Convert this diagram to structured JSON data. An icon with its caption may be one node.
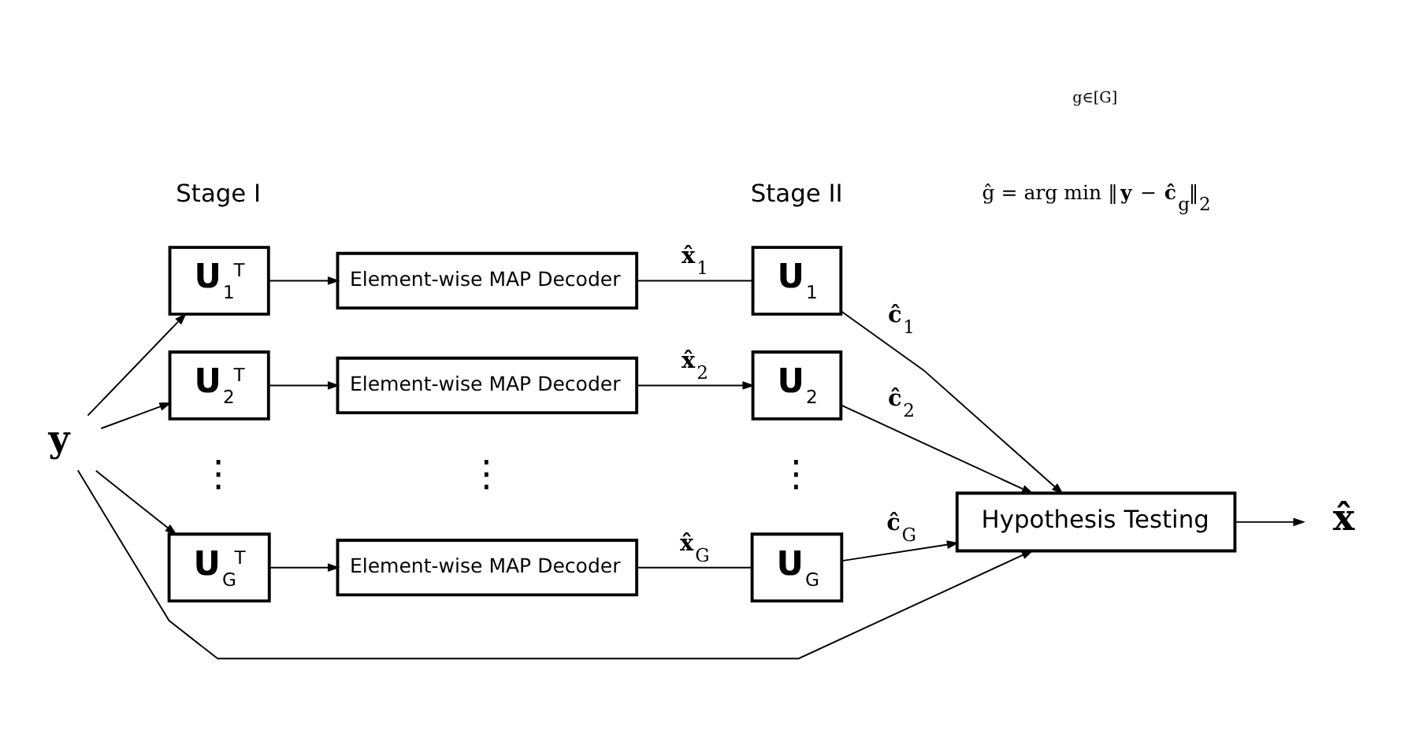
{
  "diagram": {
    "nodes": [
      {
        "text": [
          "**y**"
        ]
      },
      {
        "text": [
          "**U**$_{1}$$^{T}$"
        ]
      },
      {
        "text": [
          "Element-wise MAP Decoder"
        ]
      },
      {
        "text": [
          "**U**$_{1}$"
        ]
      },
      {
        "text": [
          "**U**$_{2}$$^{T}$"
        ]
      },
      {
        "text": [
          "Element-wise MAP Decoder"
        ]
      },
      {
        "text": [
          "**U**$_{2}$"
        ]
      },
      {
        "text": [
          "**U**$_{G}$$^{T}$"
        ]
      },
      {
        "text": [
          "Element-wise MAP Decoder"
        ]
      },
      {
        "text": [
          "**U**$_{G}$"
        ]
      },
      {
        "text": [
          "Hypothesis Testing"
        ]
      },
      {
        "text": [
          "**x̂**"
        ]
      }
    ],
    "edges": [
      {
        "from": 0,
        "to": 1,
        "arrow": "to"
      },
      {
        "from": 0,
        "to": 4,
        "arrow": "to"
      },
      {
        "from": 0,
        "to": 7,
        "arrow": "to"
      },
      {
        "from": 0,
        "to": 10,
        "arrow": "to"
      },
      {
        "from": 1,
        "to": 2,
        "arrow": "to"
      },
      {
        "from": 4,
        "to": 5,
        "arrow": "to"
      },
      {
        "from": 7,
        "to": 8,
        "arrow": "to"
      },
      {
        "from": 2,
        "to": 3,
        "arrow": "none",
        "label": "**x̂**$_{1}$"
      },
      {
        "from": 5,
        "to": 6,
        "arrow": "to",
        "label": "**x̂**$_{2}$"
      },
      {
        "from": 8,
        "to": 9,
        "arrow": "none",
        "label": "**x̂**$_{G}$"
      },
      {
        "from": 3,
        "to": 10,
        "arrow": "to",
        "label": "**ĉ**$_{1}$"
      },
      {
        "from": 6,
        "to": 10,
        "arrow": "to",
        "label": "**ĉ**$_{2}$"
      },
      {
        "from": 9,
        "to": 10,
        "arrow": "to",
        "label": "**ĉ**$_{G}$"
      },
      {
        "from": 10,
        "to": 11,
        "arrow": "to"
      }
    ],
    "labels": [
      "Stage I",
      "Stage II",
      "ĝ = arg min ‖**y** − **ĉ**$_{g}$‖$_{2}$",
      "g∈[G]",
      "⋮",
      "⋮",
      "⋮"
    ]
  }
}
